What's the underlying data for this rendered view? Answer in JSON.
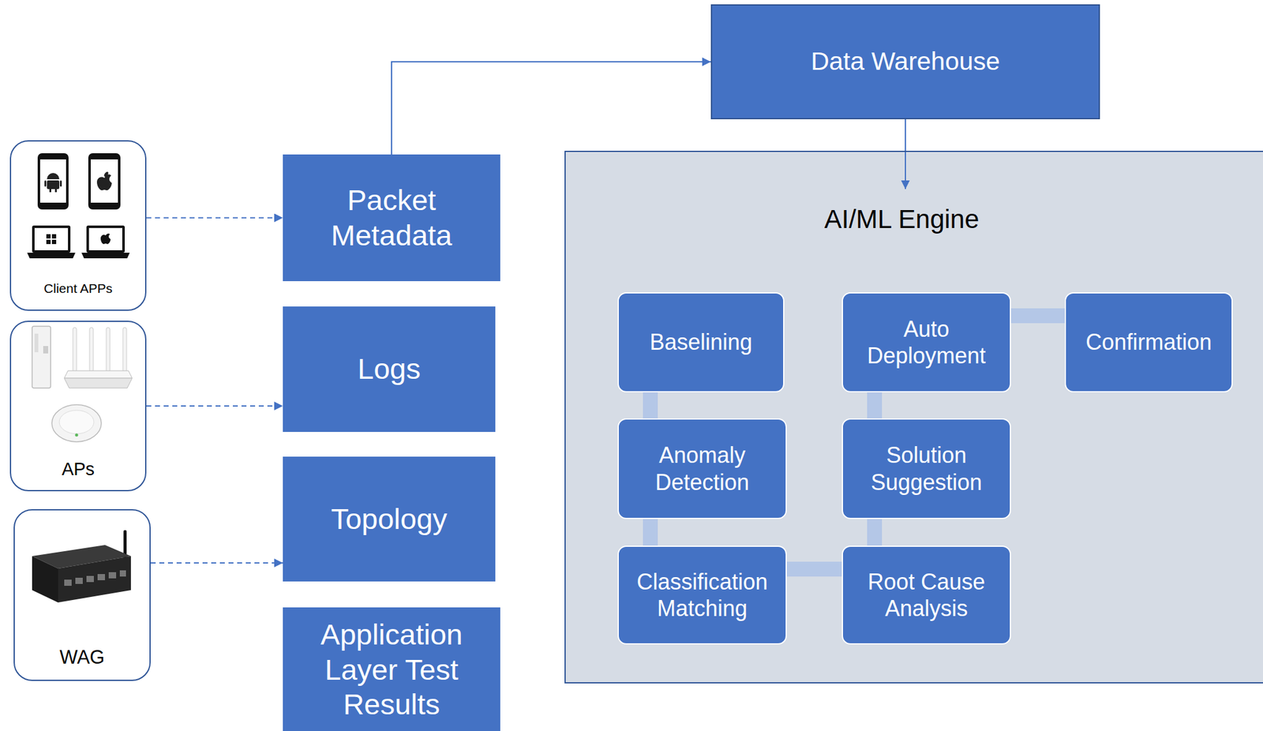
{
  "diagram": {
    "nodes": [
      {
        "text": [
          "Client APPs"
        ]
      },
      {
        "text": [
          "APs"
        ]
      },
      {
        "text": [
          "WAG"
        ]
      },
      {
        "text": [
          "Packet Metadata"
        ]
      },
      {
        "text": [
          "Logs"
        ]
      },
      {
        "text": [
          "Topology"
        ]
      },
      {
        "text": [
          "Application Layer Test Results"
        ]
      },
      {
        "text": [
          "Data Warehouse"
        ]
      },
      {
        "text": [
          "AI/ML Engine"
        ]
      },
      {
        "text": [
          "Baselining"
        ],
        "in": 8
      },
      {
        "text": [
          "Auto Deployment"
        ],
        "in": 8
      },
      {
        "text": [
          "Confirmation"
        ],
        "in": 8
      },
      {
        "text": [
          "Anomaly Detection"
        ],
        "in": 8
      },
      {
        "text": [
          "Solution Suggestion"
        ],
        "in": 8
      },
      {
        "text": [
          "Classification Matching"
        ],
        "in": 8
      },
      {
        "text": [
          "Root Cause Analysis"
        ],
        "in": 8
      }
    ],
    "edges": [
      {
        "from": 0,
        "to": 3,
        "arrow": "to"
      },
      {
        "from": 1,
        "to": 4,
        "arrow": "to"
      },
      {
        "from": 2,
        "to": 5,
        "arrow": "to"
      },
      {
        "from": 3,
        "to": 7,
        "arrow": "to"
      },
      {
        "from": 7,
        "to": 8,
        "arrow": "to"
      },
      {
        "from": 9,
        "to": 12,
        "arrow": "none"
      },
      {
        "from": 12,
        "to": 14,
        "arrow": "none"
      },
      {
        "from": 14,
        "to": 15,
        "arrow": "none"
      },
      {
        "from": 15,
        "to": 13,
        "arrow": "none"
      },
      {
        "from": 13,
        "to": 10,
        "arrow": "none"
      },
      {
        "from": 10,
        "to": 11,
        "arrow": "none"
      }
    ]
  }
}
